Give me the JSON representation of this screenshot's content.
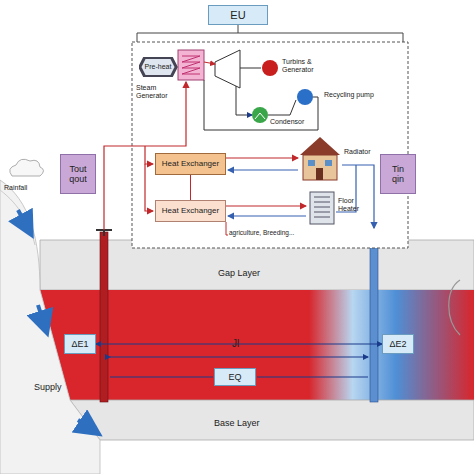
{
  "diagram": {
    "nodes": [
      {
        "text": [
          "EU"
        ]
      },
      {
        "text": [
          "Pre-heat"
        ]
      },
      {
        "text": [
          "Heat Exchanger"
        ]
      },
      {
        "text": [
          "Heat Exchanger"
        ]
      },
      {
        "text": [
          "Tout",
          "qout"
        ]
      },
      {
        "text": [
          "Tin",
          "qin"
        ]
      },
      {
        "text": [
          "ΔE1"
        ]
      },
      {
        "text": [
          "ΔE2"
        ]
      },
      {
        "text": [
          "EQ"
        ]
      }
    ],
    "edges": [
      {
        "from": 2,
        "to": 3,
        "arrow": "none"
      },
      {
        "from": 6,
        "to": 7,
        "arrow": "both"
      }
    ],
    "labels": [
      "Steam Generator",
      "Turbins & Generator",
      "Recycling pump",
      "Condensor",
      "Radiator",
      "Floor Heater",
      "agriculture, Breeding...",
      "Rainfall",
      "Gap Layer",
      "Jl",
      "Supply",
      "Base Layer"
    ]
  }
}
